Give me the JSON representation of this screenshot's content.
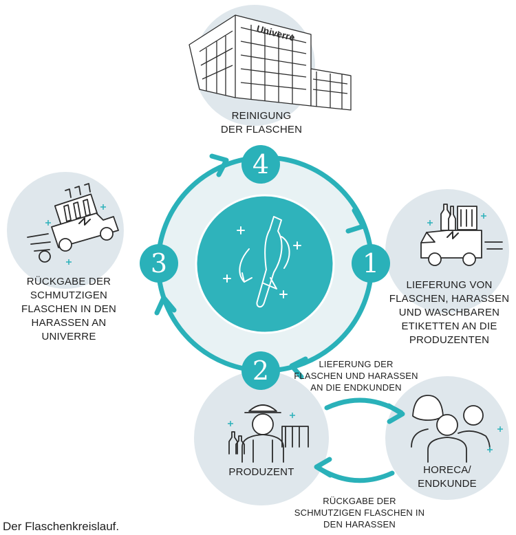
{
  "steps": [
    {
      "number": "1",
      "label_lines": [
        "LIEFERUNG VON",
        "FLASCHEN, HARASSEN",
        "UND WASCHBAREN",
        "ETIKETTEN AN DIE",
        "PRODUZENTEN"
      ]
    },
    {
      "number": "2",
      "label_lines": [
        "LIEFERUNG DER",
        "FLASCHEN UND HARASSEN",
        "AN DIE ENDKUNDEN"
      ]
    },
    {
      "number": "3",
      "label_lines": [
        "RÜCKGABE DER",
        "SCHMUTZIGEN",
        "FLASCHEN IN DEN",
        "HARASSEN AN",
        "UNIVERRE"
      ]
    },
    {
      "number": "4",
      "label_lines": [
        "REINIGUNG",
        "DER FLASCHEN"
      ]
    }
  ],
  "actors": {
    "producer": "PRODUZENT",
    "customer_lines": [
      "HORECA/",
      "ENDKUNDE"
    ]
  },
  "return_label_lines": [
    "RÜCKGABE DER",
    "SCHMUTZIGEN FLASCHEN IN",
    "DEN HARASSEN"
  ],
  "building_sign": "Univerre",
  "caption": "Der Flaschenkreislauf.",
  "colors": {
    "accent": "#2ab1b9",
    "bubble": "#dfe7ec",
    "center": "#2fb3bb",
    "ring": "#e8f2f4",
    "text": "#1e1e1e"
  },
  "icons": [
    "factory-building-icon",
    "delivery-truck-icon",
    "recycle-bottle-icon",
    "producer-person-icon",
    "customers-group-icon"
  ]
}
